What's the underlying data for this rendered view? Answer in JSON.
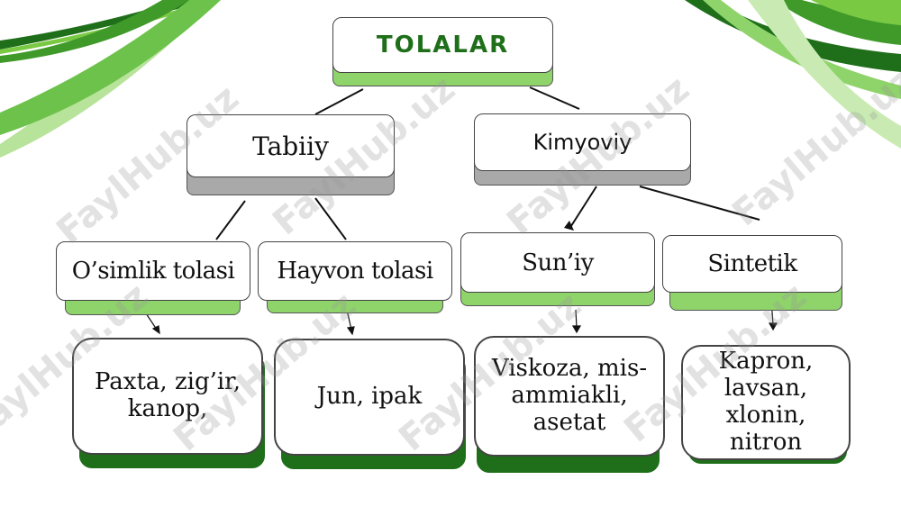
{
  "nodes": {
    "root": "TOLALAR",
    "natural": "Tabiiy",
    "chemical": "Kimyoviy",
    "plant": "O’simlik tolasi",
    "animal": "Hayvon tolasi",
    "artificial": "Sun’iy",
    "synthetic": "Sintetik",
    "plant_examples": "Paxta, zig’ir, kanop,",
    "animal_examples": "Jun, ipak",
    "artificial_examples": "Viskoza, mis-ammiakli, asetat",
    "synthetic_examples": "Kapron, lavsan, xlonin, nitron"
  },
  "watermark": "FaylHub.uz",
  "colors": {
    "accent_green": "#1f6f1a",
    "light_green": "#8fd36b",
    "gray": "#a9a9a9"
  }
}
